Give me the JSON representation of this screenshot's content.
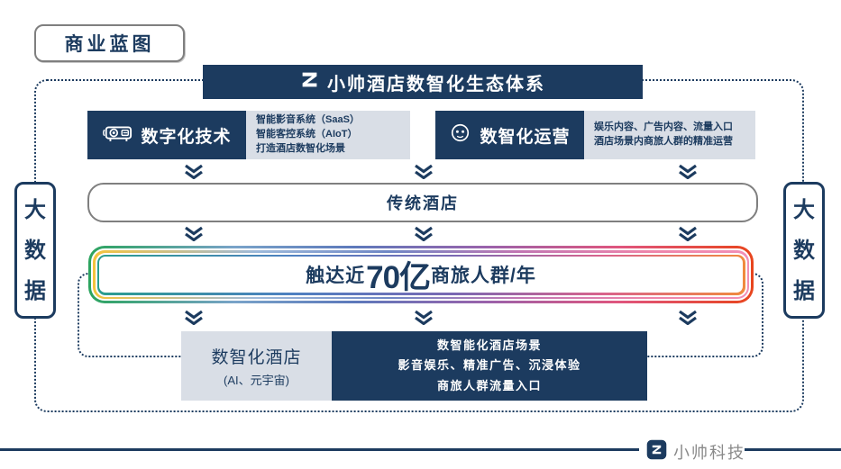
{
  "colors": {
    "brand_navy": "#1c3b5f",
    "panel_gray": "#d9dee6",
    "border_gray": "#7f7f7f",
    "footer_text_gray": "#8a8a8a",
    "rainbow_left": "#2ba45e",
    "rainbow_right": "#e8451d"
  },
  "title_box": {
    "label": "商业蓝图"
  },
  "banner": {
    "label": "小帅酒店数智化生态体系"
  },
  "tech_group": {
    "title": "数字化技术",
    "details": [
      "智能影音系统（SaaS）",
      "智能客控系统（AIoT）",
      "打造酒店数智化场景"
    ]
  },
  "ops_group": {
    "title": "数智化运营",
    "details": [
      "娱乐内容、广告内容、流量入口",
      "酒店场景内商旅人群的精准运营"
    ]
  },
  "traditional_hotel": {
    "label": "传统酒店"
  },
  "reach_banner": {
    "prefix": "触达近",
    "highlight": "70亿",
    "suffix": "商旅人群/年"
  },
  "smart_hotel": {
    "title": "数智化酒店",
    "subtitle": "(AI、元宇宙)"
  },
  "scene_box": {
    "lines": [
      "数智能化酒店场景",
      "影音娱乐、精准广告、沉浸体验",
      "商旅人群流量入口"
    ]
  },
  "big_data": {
    "left_label": "大数据",
    "right_label": "大数据"
  },
  "footer": {
    "brand": "小帅科技"
  }
}
